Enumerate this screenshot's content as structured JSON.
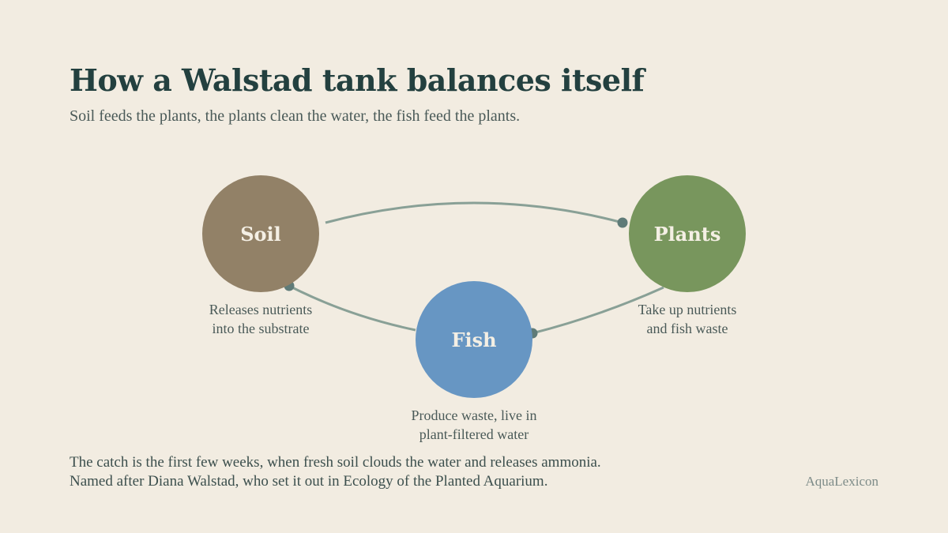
{
  "title": "How a Walstad tank balances itself",
  "subtitle": "Soil feeds the plants, the plants clean the water, the fish feed the plants.",
  "nodes": [
    {
      "id": "soil",
      "label": "Soil",
      "caption_line1": "Releases nutrients",
      "caption_line2": "into the substrate",
      "color": "#928167"
    },
    {
      "id": "plants",
      "label": "Plants",
      "caption_line1": "Take up nutrients",
      "caption_line2": "and fish waste",
      "color": "#78965d"
    },
    {
      "id": "fish",
      "label": "Fish",
      "caption_line1": "Produce waste, live in",
      "caption_line2": "plant-filtered water",
      "color": "#6796c3"
    }
  ],
  "connectors": [
    {
      "from": "soil",
      "to": "plants"
    },
    {
      "from": "plants",
      "to": "fish"
    },
    {
      "from": "fish",
      "to": "soil"
    }
  ],
  "connector_color": "#89a096",
  "footer": {
    "line1": "The catch is the first few weeks, when fresh soil clouds the water and releases ammonia.",
    "line2": "Named after Diana Walstad, who set it out in Ecology of the Planted Aquarium."
  },
  "brand": "AquaLexicon"
}
